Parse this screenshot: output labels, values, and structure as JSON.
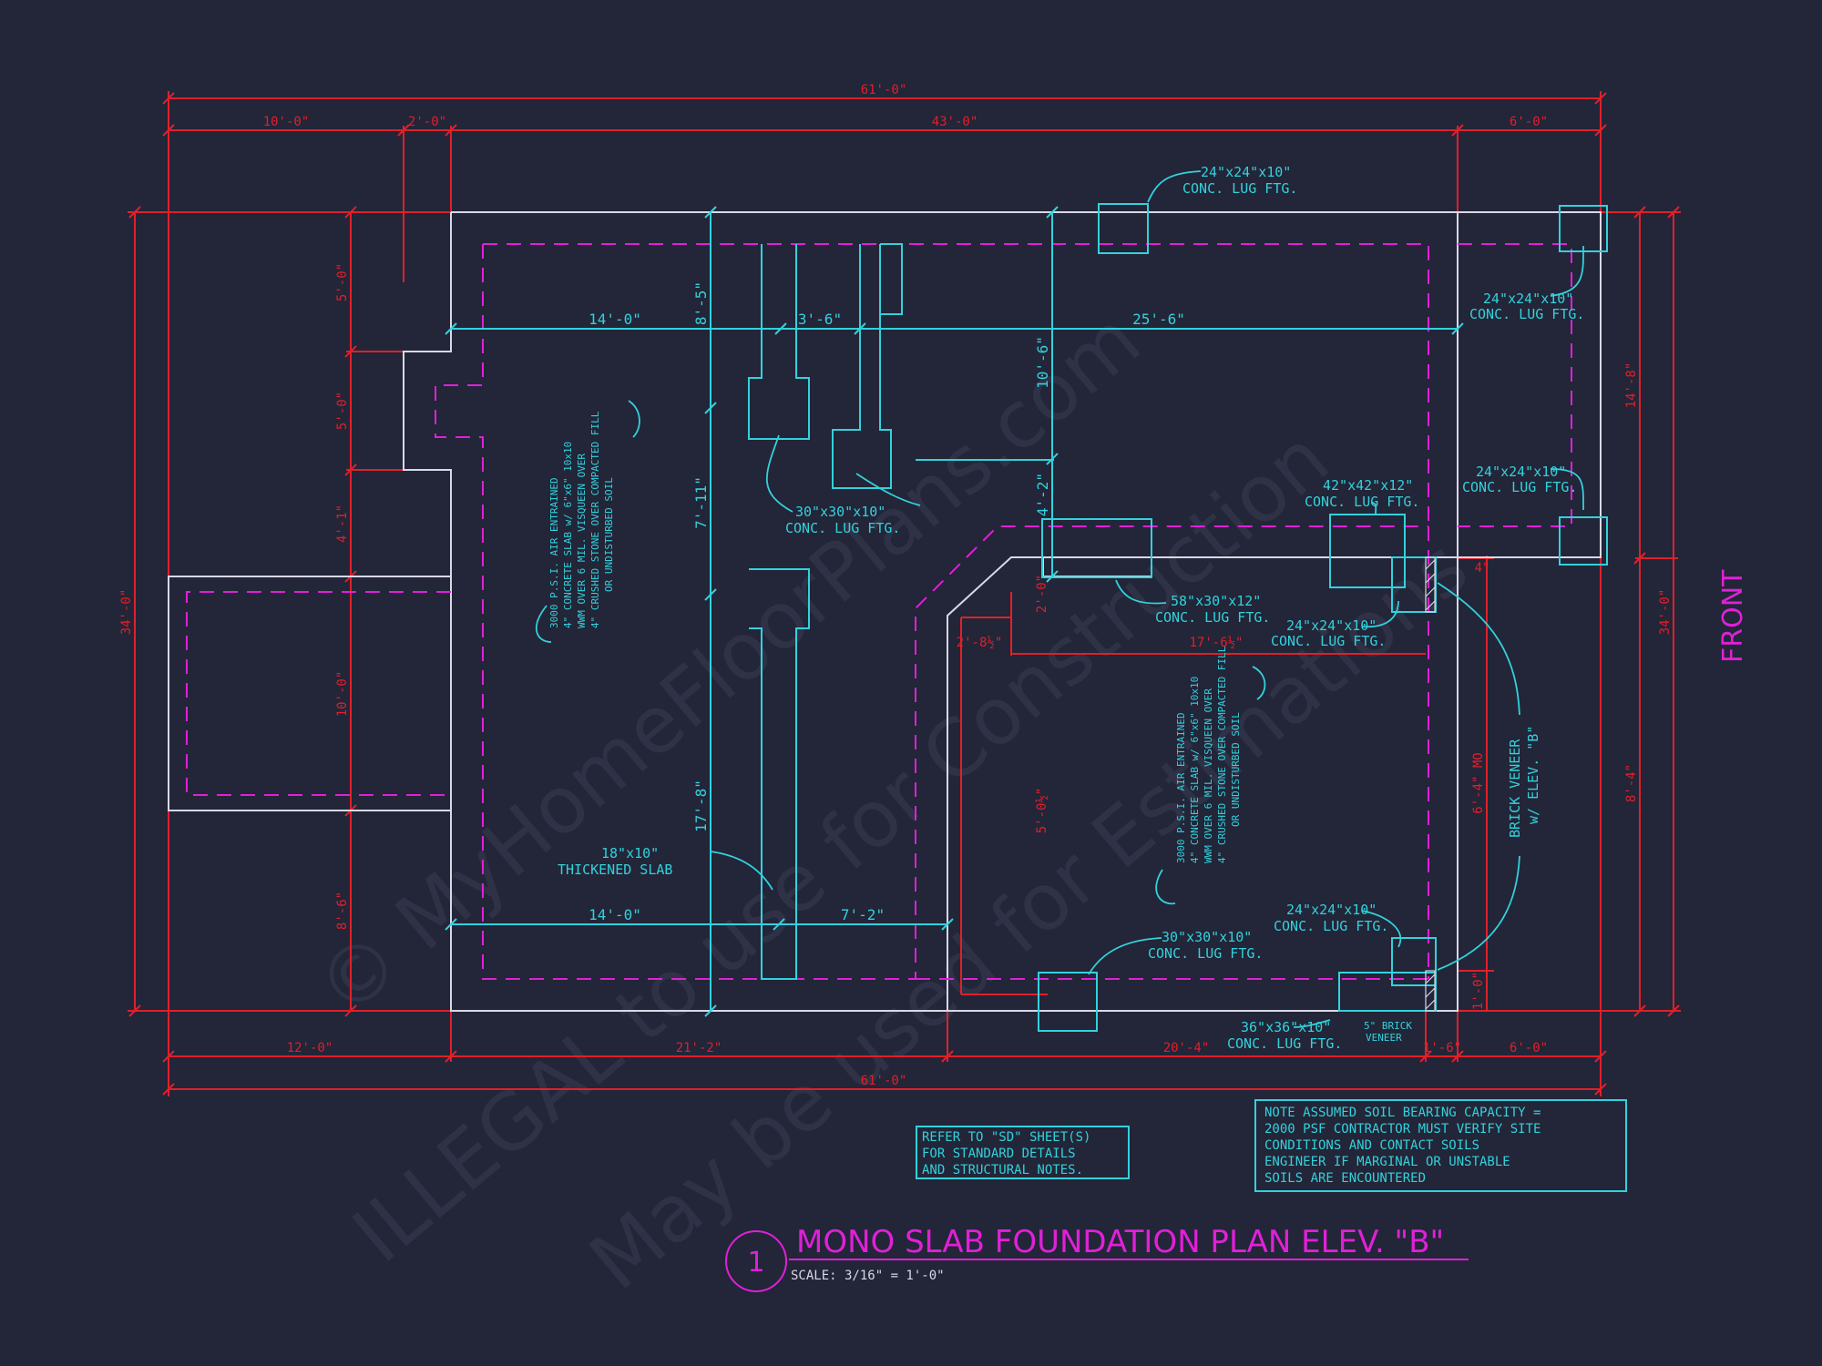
{
  "colors": {
    "background": "#232538",
    "dimension": "#e0202a",
    "annotation": "#32d2dc",
    "wall": "#d8d8e6",
    "accent": "#e020d8"
  },
  "dims": {
    "overall_top": "61'-0\"",
    "top_seg1": "10'-0\"",
    "top_seg2": "2'-0\"",
    "top_seg3": "43'-0\"",
    "top_seg4": "6'-0\"",
    "bottom_seg1": "12'-0\"",
    "bottom_seg2": "21'-2\"",
    "bottom_seg3": "20'-4\"",
    "bottom_seg4": "1'-6\"",
    "bottom_seg5": "6'-0\"",
    "overall_bottom": "61'-0\"",
    "left_overall": "34'-0\"",
    "right_overall": "34'-0\"",
    "left_seg1": "5'-0\"",
    "left_seg2": "5'-0\"",
    "left_seg3": "4'-1\"",
    "left_seg4": "10'-0\"",
    "left_seg5": "8'-6\"",
    "right_seg1": "14'-8\"",
    "right_seg2": "8'-4\"",
    "right_seg3": "6'-4\" MO",
    "right_seg4": "1'-0\"",
    "right_small": "4\"",
    "inner_14a": "14'-0\"",
    "inner_3_6": "3'-6\"",
    "inner_25_6": "25'-6\"",
    "inner_14b": "14'-0\"",
    "inner_7_2": "7'-2\"",
    "inner_8_5": "8'-5\"",
    "inner_7_11": "7'-11\"",
    "inner_17_8": "17'-8\"",
    "inner_10_6": "10'-6\"",
    "inner_4_2": "4'-2\"",
    "inner_2_0": "2'-0\"",
    "inner_5_0": "5'-0½\"",
    "inner_2_8": "2'-8½\"",
    "inner_17_6": "17'-6½\""
  },
  "callouts": {
    "ftg_top_a_1": "24\"x24\"x10\"",
    "ftg_top_a_2": "CONC. LUG FTG.",
    "ftg_right_a_1": "24\"x24\"x10\"",
    "ftg_right_a_2": "CONC. LUG FTG.",
    "ftg_right_b_1": "24\"x24\"x10\"",
    "ftg_right_b_2": "CONC. LUG FTG.",
    "ftg_42_1": "42\"x42\"x12\"",
    "ftg_42_2": "CONC. LUG FTG.",
    "ftg_30_1": "30\"x30\"x10\"",
    "ftg_30_2": "CONC. LUG FTG.",
    "ftg_58_1": "58\"x30\"x12\"",
    "ftg_58_2": "CONC. LUG FTG.",
    "ftg_24c_1": "24\"x24\"x10\"",
    "ftg_24c_2": "CONC. LUG FTG.",
    "ftg_24d_1": "24\"x24\"x10\"",
    "ftg_24d_2": "CONC. LUG FTG.",
    "ftg_30b_1": "30\"x30\"x10\"",
    "ftg_30b_2": "CONC. LUG FTG.",
    "ftg_36_1": "36\"x36\"x10\"",
    "ftg_36_2": "CONC. LUG FTG.",
    "thick_1": "18\"x10\"",
    "thick_2": "THICKENED SLAB",
    "brick_1": "BRICK VENEER",
    "brick_2": "w/ ELEV. \"B\"",
    "brick5_1": "5\" BRICK",
    "brick5_2": "VENEER"
  },
  "slab_note_left": [
    "3000 P.S.I. AIR ENTRAINED",
    "4\" CONCRETE SLAB w/ 6\"x6\" 10x10",
    "WWM OVER 6 MIL. VISQUEEN OVER",
    "4\" CRUSHED STONE OVER COMPACTED FILL",
    "OR UNDISTURBED SOIL"
  ],
  "slab_note_right": [
    "3000 P.S.I. AIR ENTRAINED",
    "4\" CONCRETE SLAB w/ 6\"x6\" 10x10",
    "WWM OVER 6 MIL. VISQUEEN OVER",
    "4\" CRUSHED STONE OVER COMPACTED FILL",
    "OR UNDISTURBED SOIL"
  ],
  "front_label": "FRONT",
  "note_refer": [
    "REFER TO \"SD\" SHEET(S)",
    "FOR STANDARD DETAILS",
    "AND STRUCTURAL NOTES."
  ],
  "note_soil": [
    "NOTE ASSUMED SOIL BEARING CAPACITY =",
    "2000 PSF CONTRACTOR MUST VERIFY SITE",
    "CONDITIONS AND CONTACT SOILS",
    "ENGINEER IF MARGINAL OR UNSTABLE",
    "SOILS ARE ENCOUNTERED"
  ],
  "title": {
    "number": "1",
    "text": "MONO SLAB FOUNDATION PLAN ELEV. \"B\"",
    "scale": "SCALE: 3/16\" = 1'-0\""
  },
  "watermark": {
    "line1": "© MyHomeFloorPlans.com",
    "line2": "ILLEGAL to use for Construction",
    "line3": "May be used for Estimations"
  }
}
